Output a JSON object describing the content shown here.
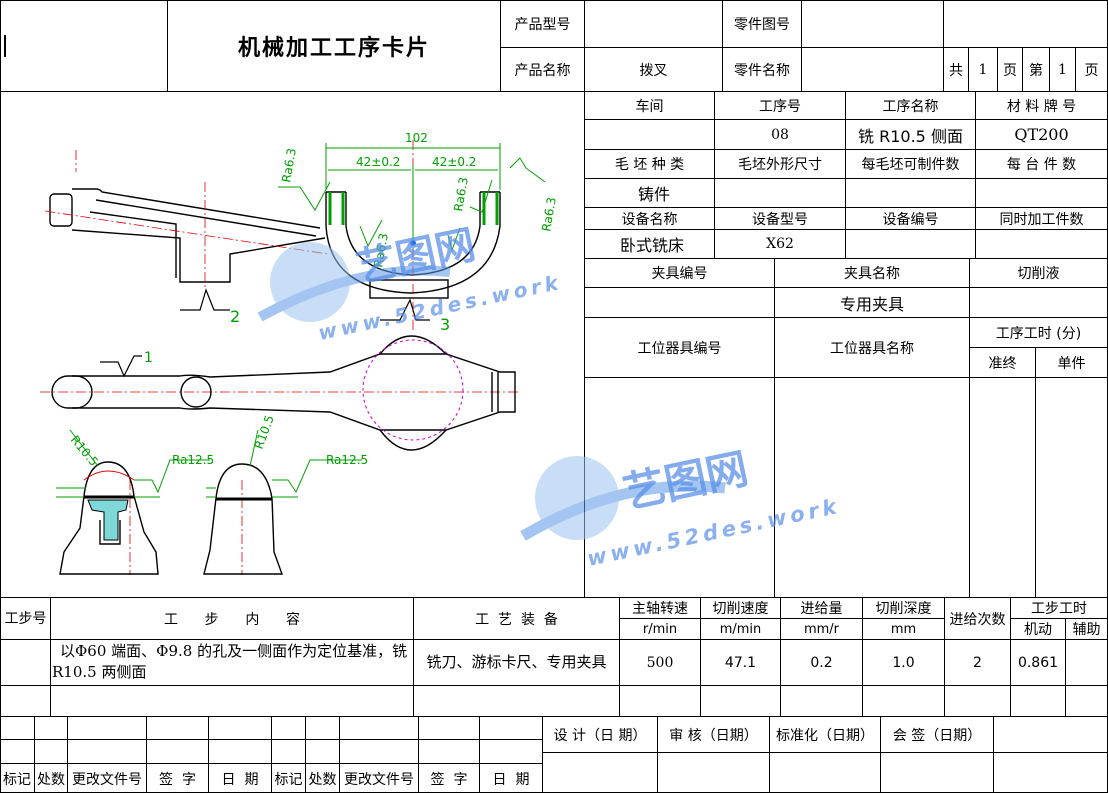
{
  "header": {
    "title": "机械加工工序卡片",
    "product_model_label": "产品型号",
    "part_drawing_label": "零件图号",
    "product_name_label": "产品名称",
    "product_name": "拨叉",
    "part_name_label": "零件名称",
    "total_label": "共",
    "total_pages": "1",
    "page_label": "页",
    "page_no_label": "第",
    "page_no": "1",
    "page_label2": "页"
  },
  "process": {
    "workshop_label": "车间",
    "op_no_label": "工序号",
    "op_name_label": "工序名称",
    "material_label": "材 料 牌 号",
    "op_no": "08",
    "op_name": "铣 R10.5 侧面",
    "material": "QT200",
    "blank_type_label": "毛 坯 种 类",
    "blank_size_label": "毛坯外形尺寸",
    "per_blank_label": "每毛坯可制件数",
    "per_machine_label": "每 台 件 数",
    "blank_type": "铸件",
    "equip_name_label": "设备名称",
    "equip_model_label": "设备型号",
    "equip_no_label": "设备编号",
    "simul_label": "同时加工件数",
    "equip_name": "卧式铣床",
    "equip_model": "X62",
    "fixture_no_label": "夹具编号",
    "fixture_name_label": "夹具名称",
    "coolant_label": "切削液",
    "fixture_name": "专用夹具",
    "station_no_label": "工位器具编号",
    "station_name_label": "工位器具名称",
    "op_time_label": "工序工时 (分)",
    "prep_label": "准终",
    "unit_label": "单件"
  },
  "steps": {
    "step_no_label": "工步号",
    "content_label": "工      步      内      容",
    "equipment_label": "工  艺  装  备",
    "spindle_label": "主轴转速",
    "spindle_unit": "r/min",
    "speed_label": "切削速度",
    "speed_unit": "m/min",
    "feed_label": "进给量",
    "feed_unit": "mm/r",
    "depth_label": "切削深度",
    "depth_unit": "mm",
    "passes_label": "进给次数",
    "step_time_label": "工步工时",
    "machine_label": "机动",
    "aux_label": "辅助",
    "rows": [
      {
        "content": "以Φ60 端面、Φ9.8 的孔及一侧面作为定位基准，铣 R10.5 两侧面",
        "equipment": "铣刀、游标卡尺、专用夹具",
        "spindle": "500",
        "speed": "47.1",
        "feed": "0.2",
        "depth": "1.0",
        "passes": "2",
        "machine_time": "0.861"
      }
    ]
  },
  "footer": {
    "mark": "标记",
    "count": "处数",
    "change_doc": "更改文件号",
    "sign": "签  字",
    "date": "日  期",
    "design": "设 计（日 期）",
    "review": "审 核（日期）",
    "standard": "标准化（日期）",
    "countersign": "会 签（日期）"
  },
  "drawing": {
    "dim_102": "102",
    "dim_42a": "42±0.2",
    "dim_42b": "42±0.2",
    "ra_left": "Ra6.3",
    "ra_mid": "Ra6.3",
    "ra_right": "Ra6.3",
    "ra_inner": "Ra6.3",
    "datum2": "2",
    "datum3": "3",
    "datum1": "1",
    "r105a": "R10.5",
    "r105b": "R10.5",
    "ra125a": "Ra12.5",
    "ra125b": "Ra12.5"
  },
  "watermark": {
    "brand": "艺图网",
    "url": "www.52des.work"
  },
  "colors": {
    "green": "#00a000",
    "red": "#e00000",
    "blue": "#1b6fd8",
    "magenta": "#d000d0"
  }
}
